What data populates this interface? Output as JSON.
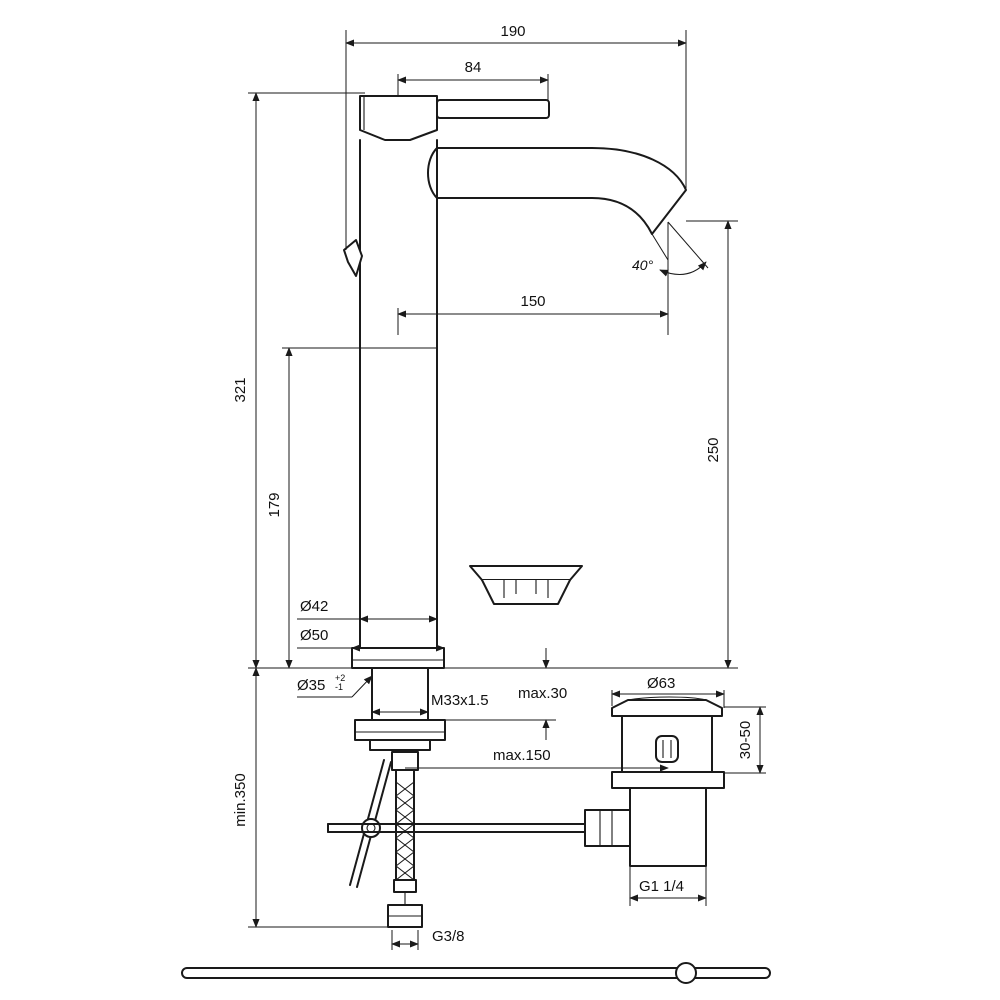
{
  "dimensions": {
    "overall_width": "190",
    "lever_width": "84",
    "spout_reach": "150",
    "overall_height": "321",
    "body_height": "179",
    "spout_height": "250",
    "spout_angle": "40°",
    "body_diameter": "Ø42",
    "base_diameter": "Ø50",
    "hole_diameter": "Ø35",
    "hole_tolerance_plus": "+2",
    "hole_tolerance_minus": "-1",
    "thread": "M33x1.5",
    "max_deck": "max.30",
    "max_reach": "max.150",
    "min_height": "min.350",
    "flex_hose_connection": "G3/8",
    "waste_diameter": "Ø63",
    "waste_height": "30-50",
    "waste_thread": "G1 1/4"
  }
}
